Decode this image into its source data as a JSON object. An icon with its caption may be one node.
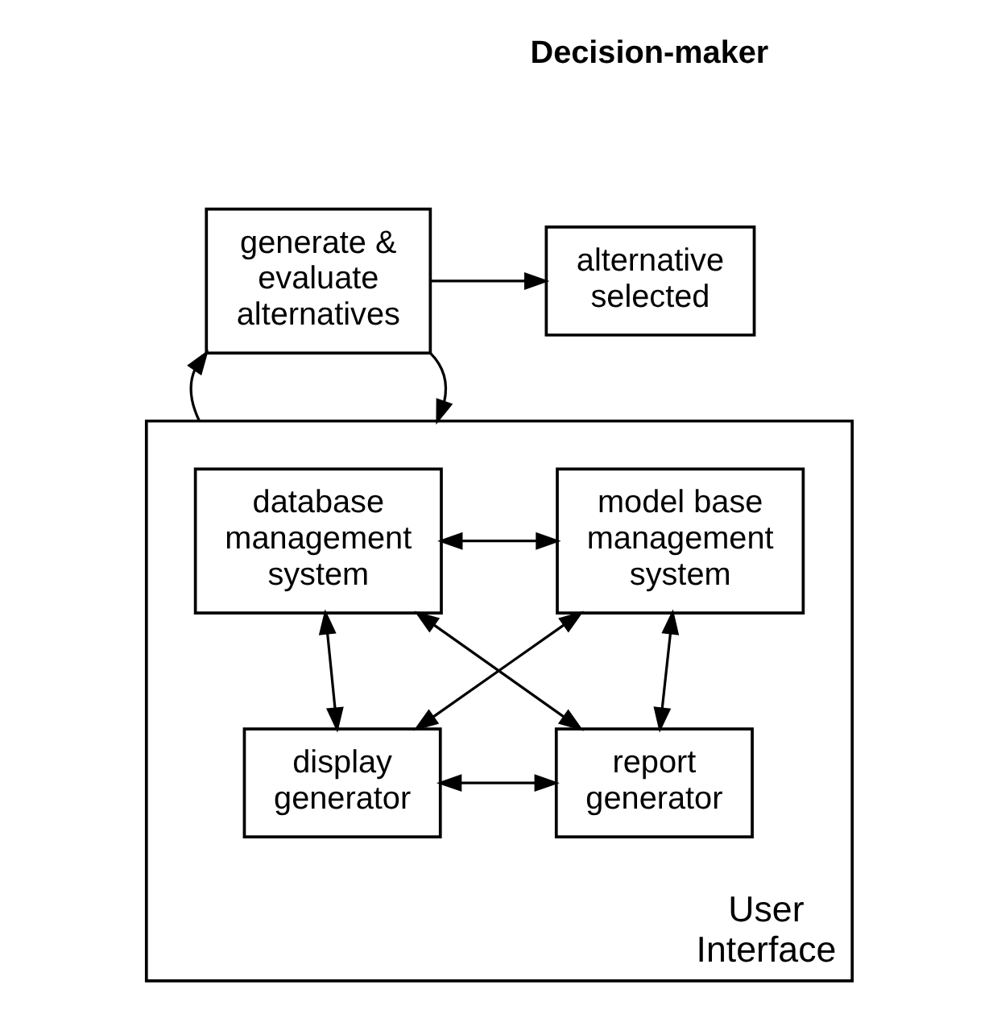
{
  "diagram": {
    "nodes": [
      {
        "text": [
          "generate & evaluate alternatives"
        ]
      },
      {
        "text": [
          "alternative selected"
        ]
      },
      {
        "text": [
          "User Interface"
        ]
      },
      {
        "text": [
          "database management system"
        ],
        "in": 2
      },
      {
        "text": [
          "model base management system"
        ],
        "in": 2
      },
      {
        "text": [
          "display generator"
        ],
        "in": 2
      },
      {
        "text": [
          "report generator"
        ],
        "in": 2
      }
    ],
    "edges": [
      {
        "from": 0,
        "to": 1,
        "arrow": "to"
      },
      {
        "from": 2,
        "to": 0,
        "arrow": "to"
      },
      {
        "from": 0,
        "to": 2,
        "arrow": "to"
      },
      {
        "from": 3,
        "to": 4,
        "arrow": "both"
      },
      {
        "from": 3,
        "to": 5,
        "arrow": "both"
      },
      {
        "from": 4,
        "to": 6,
        "arrow": "both"
      },
      {
        "from": 3,
        "to": 6,
        "arrow": "both"
      },
      {
        "from": 4,
        "to": 5,
        "arrow": "both"
      },
      {
        "from": 5,
        "to": 6,
        "arrow": "both"
      }
    ],
    "labels": [
      "Decision-maker"
    ]
  }
}
